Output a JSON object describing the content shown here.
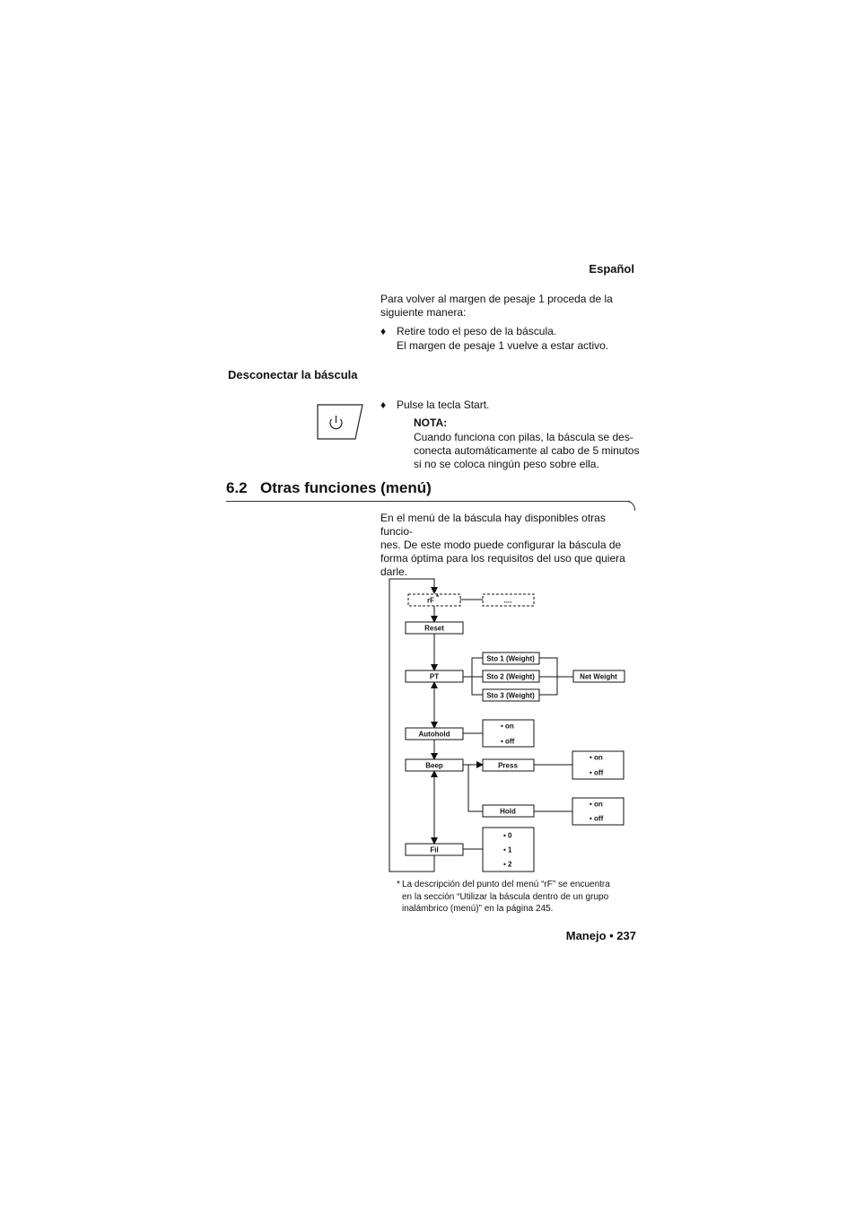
{
  "header": {
    "language": "Español"
  },
  "intro_block": {
    "text_line1": "Para volver al margen de pesaje 1 proceda de la",
    "text_line2": "siguiente manera:",
    "bullet_symbol": "♦",
    "step_line1": "Retire todo el peso de la báscula.",
    "step_line2": "El margen de pesaje 1 vuelve a estar activo."
  },
  "disconnect_section": {
    "heading": "Desconectar la báscula",
    "bullet_symbol": "♦",
    "step": "Pulse la tecla Start.",
    "note_title": "NOTA:",
    "note_lines": [
      "Cuando funciona con pilas, la báscula se des-",
      "conecta automáticamente al cabo de 5 minutos",
      "si no se coloca ningún peso sobre ella."
    ]
  },
  "section_62": {
    "number": "6.2",
    "title": "Otras funciones (menú)",
    "intro_lines": [
      "En el menú de la báscula hay disponibles otras funcio-",
      "nes. De este modo puede configurar la báscula de",
      "forma óptima para los requisitos del uso que quiera",
      "darle."
    ]
  },
  "diagram": {
    "rf": "rF",
    "rf_star": "*",
    "rf_more": "....",
    "reset": "Reset",
    "pt": "PT",
    "sto1": "Sto 1 (Weight)",
    "sto2": "Sto 2 (Weight)",
    "sto3": "Sto 3 (Weight)",
    "net_weight": "Net Weight",
    "autohold": "Autohold",
    "autohold_on": "• on",
    "autohold_off": "• off",
    "beep": "Beep",
    "press": "Press",
    "press_on": "• on",
    "press_off": "• off",
    "hold": "Hold",
    "hold_on": "• on",
    "hold_off": "• off",
    "fil": "Fil",
    "fil_0": "• 0",
    "fil_1": "• 1",
    "fil_2": "• 2"
  },
  "footnote": {
    "star": "*",
    "lines": [
      "La descripción del punto del menú “rF” se encuentra",
      "en la sección “Utilizar la báscula dentro de un grupo",
      "inalámbrico (menú)” en la página 245."
    ]
  },
  "footer": {
    "page_label": "Manejo • 237"
  }
}
